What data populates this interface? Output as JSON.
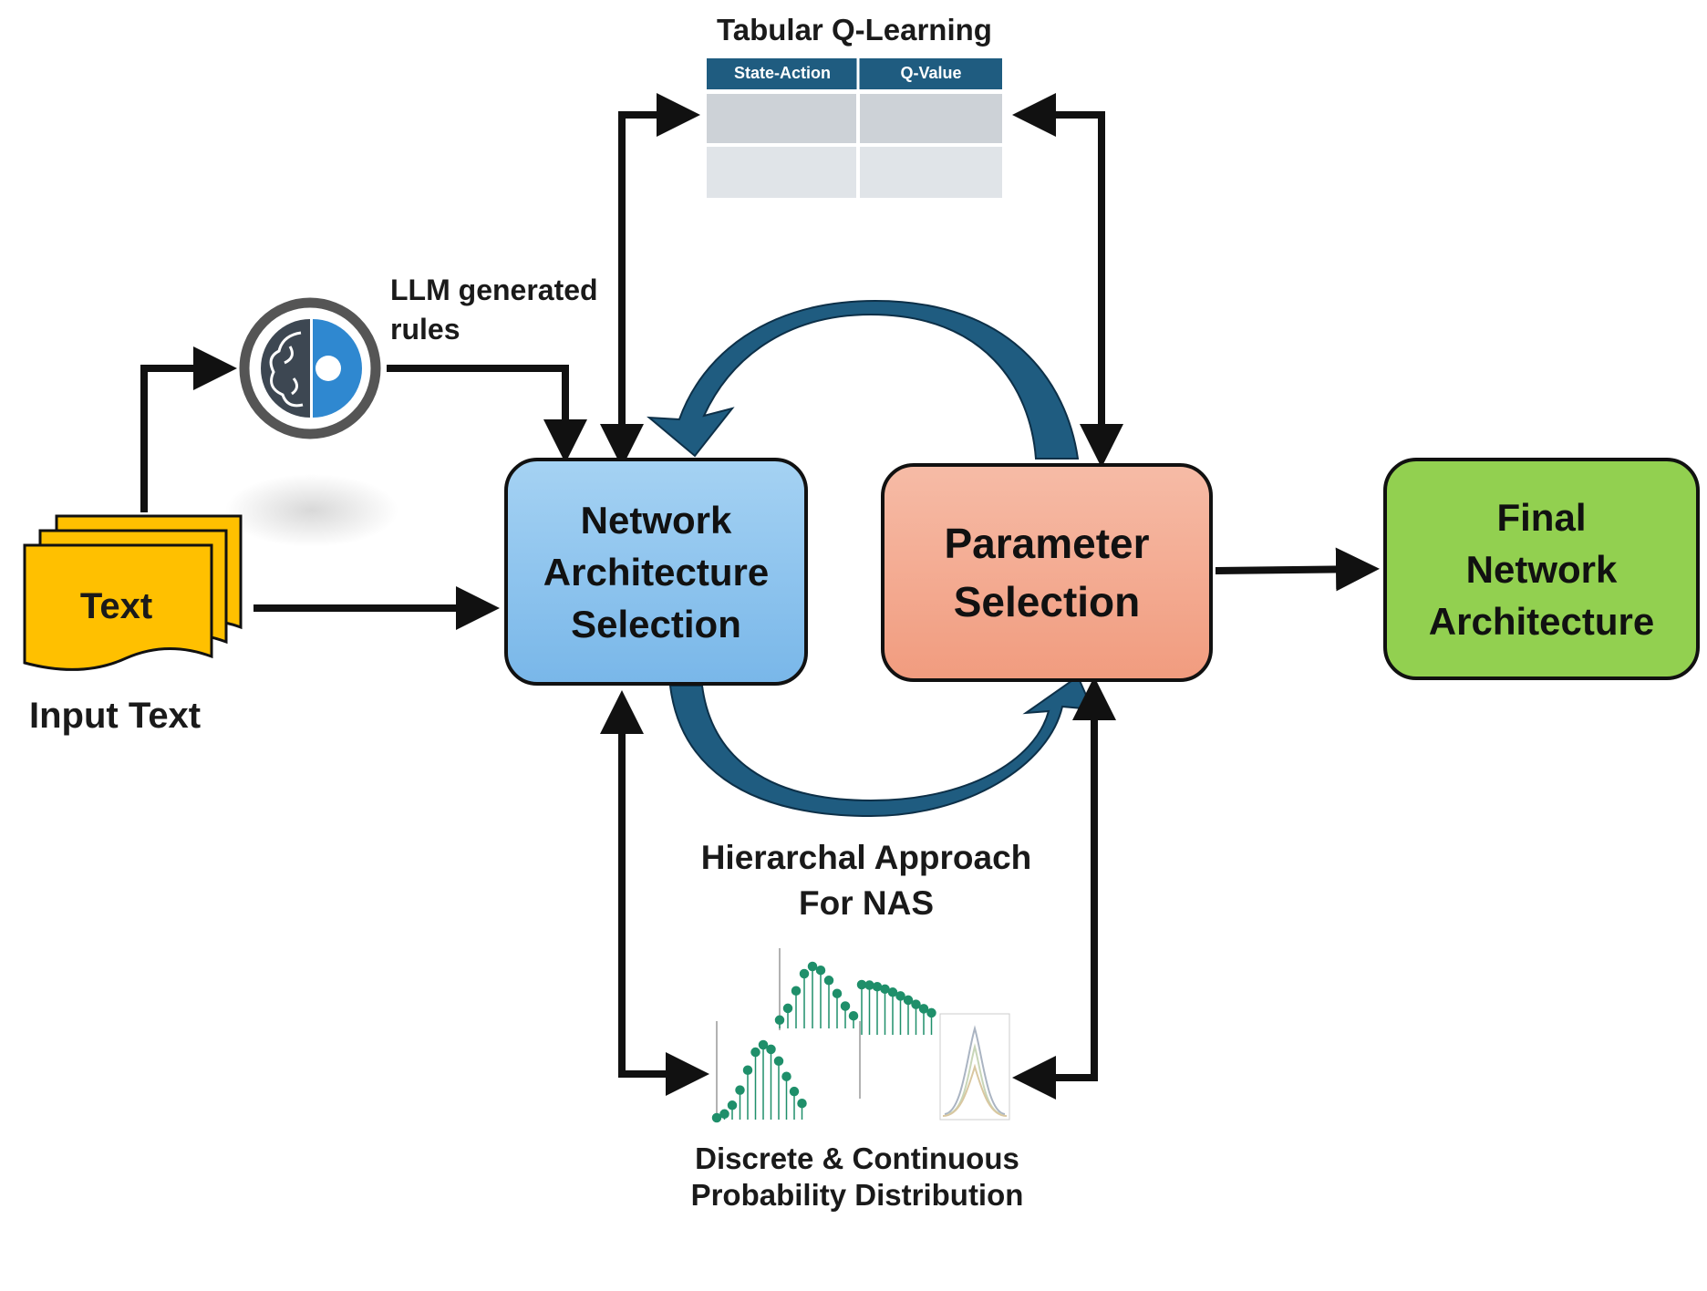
{
  "input": {
    "doc_text": "Text",
    "caption": "Input Text"
  },
  "llm": {
    "label_line1": "LLM generated",
    "label_line2": "rules"
  },
  "qtable": {
    "title": "Tabular Q-Learning",
    "col1": "State-Action",
    "col2": "Q-Value"
  },
  "nas_box": {
    "line1": "Network",
    "line2": "Architecture",
    "line3": "Selection"
  },
  "param_box": {
    "line1": "Parameter",
    "line2": "Selection"
  },
  "final_box": {
    "line1": "Final",
    "line2": "Network",
    "line3": "Architecture"
  },
  "cycle": {
    "line1": "Hierarchal Approach",
    "line2": "For NAS"
  },
  "dist": {
    "line1": "Discrete & Continuous",
    "line2": "Probability Distribution"
  },
  "colors": {
    "nas_fill": "#8ec4ee",
    "param_fill": "#f2a98e",
    "final_fill": "#92d050",
    "doc_fill": "#ffc000",
    "cycle_arrow": "#1f5c80",
    "table_header": "#1f5c80",
    "dist_green": "#1f8f6a",
    "llm_icon_blue": "#2f88d0"
  }
}
